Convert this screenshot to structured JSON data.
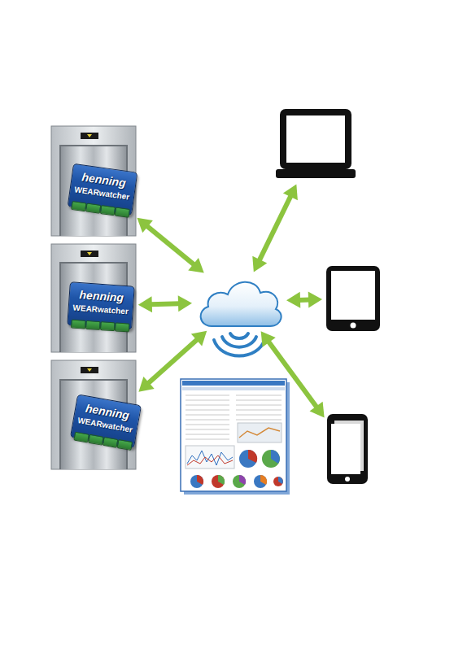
{
  "diagram": {
    "nodes": [
      {
        "text": [
          "henning",
          "WEARwatcher"
        ]
      },
      {
        "text": [
          "henning",
          "WEARwatcher"
        ]
      },
      {
        "text": [
          "henning",
          "WEARwatcher"
        ]
      },
      {
        "text": []
      },
      {
        "text": []
      },
      {
        "text": []
      },
      {
        "text": []
      }
    ],
    "edges": [
      {
        "from": 0,
        "to": 3,
        "arrow": "both"
      },
      {
        "from": 1,
        "to": 3,
        "arrow": "both"
      },
      {
        "from": 2,
        "to": 3,
        "arrow": "both"
      },
      {
        "from": 3,
        "to": 4,
        "arrow": "both"
      },
      {
        "from": 3,
        "to": 5,
        "arrow": "both"
      },
      {
        "from": 3,
        "to": 6,
        "arrow": "both"
      }
    ]
  }
}
